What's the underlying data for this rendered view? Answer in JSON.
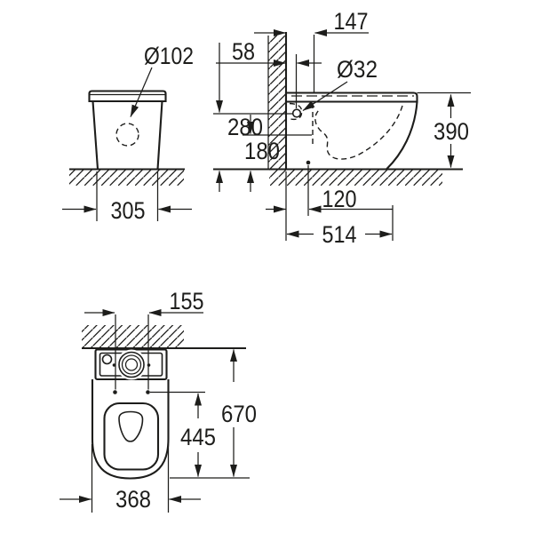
{
  "drawing": {
    "kind": "technical-dimension-drawing",
    "subject": "floor-standing toilet, three orthographic views",
    "background_color": "#ffffff",
    "line_color": "#1d1d1b",
    "front_view": {
      "hole_diameter": "Ø102",
      "width": "305"
    },
    "side_view": {
      "fixing_from_wall": "147",
      "inlet_from_wall": "58",
      "inlet_diameter": "Ø32",
      "inlet_height": "280",
      "outlet_height": "180",
      "rim_height": "390",
      "outlet_from_wall": "120",
      "depth": "514"
    },
    "top_view": {
      "fixing_hole_spacing": "155",
      "total_depth": "670",
      "seat_length": "445",
      "width": "368"
    }
  }
}
